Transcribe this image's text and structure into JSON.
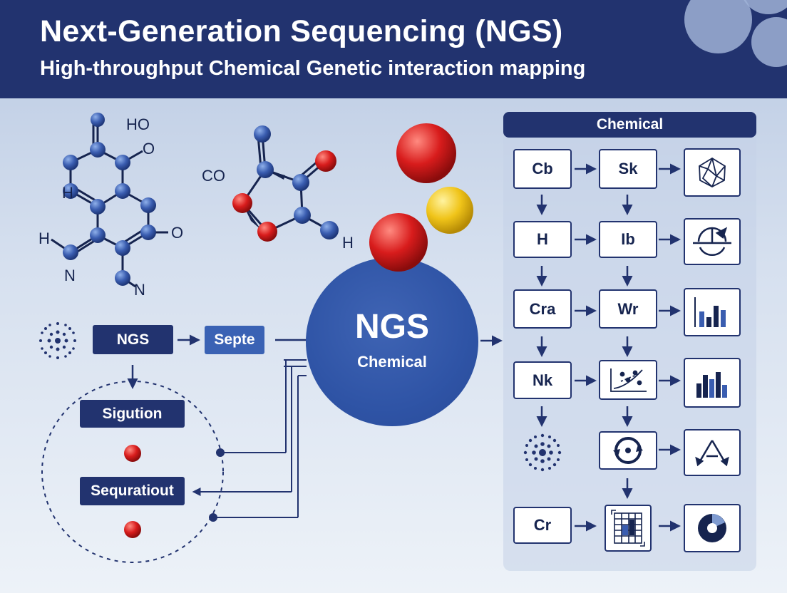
{
  "header": {
    "title": "Next-Generation Sequencing (NGS)",
    "subtitle": "High-throughput Chemical Genetic interaction mapping"
  },
  "molecule_left": {
    "labels": [
      "HO",
      "O",
      "H",
      "O",
      "H",
      "N",
      "N"
    ]
  },
  "molecule_right": {
    "labels": [
      "CO",
      "H"
    ]
  },
  "center_node": {
    "label": "NGS",
    "sublabel": "Chemical"
  },
  "left_flow": {
    "ngs": "NGS",
    "septe": "Septe",
    "sigution": "Sigution",
    "sequratiout": "Sequratiout"
  },
  "panel": {
    "title": "Chemical",
    "rows": [
      {
        "c1": "Cb",
        "c2": "Sk",
        "c3_icon": "polyhedron-icon"
      },
      {
        "c1": "H",
        "c2": "Ib",
        "c3_icon": "dial-icon"
      },
      {
        "c1": "Cra",
        "c2": "Wr",
        "c3_icon": "bar-chart-icon"
      },
      {
        "c1": "Nk",
        "c2_icon": "scatter-plot-icon",
        "c3_icon": "bar-chart-icon"
      },
      {
        "c1_icon": "dot-network-icon",
        "c2_icon": "cycle-arrows-icon",
        "c3_icon": "triangle-arrows-icon"
      },
      {
        "c1": "Cr",
        "c2_icon": "spreadsheet-icon",
        "c3_icon": "pie-chart-icon"
      }
    ]
  },
  "colors": {
    "navy": "#22336f",
    "blue_atom": "#3a5db0",
    "red_atom": "#d81c1c",
    "yellow_atom": "#f0c419",
    "center_blue": "#2f54a6"
  }
}
